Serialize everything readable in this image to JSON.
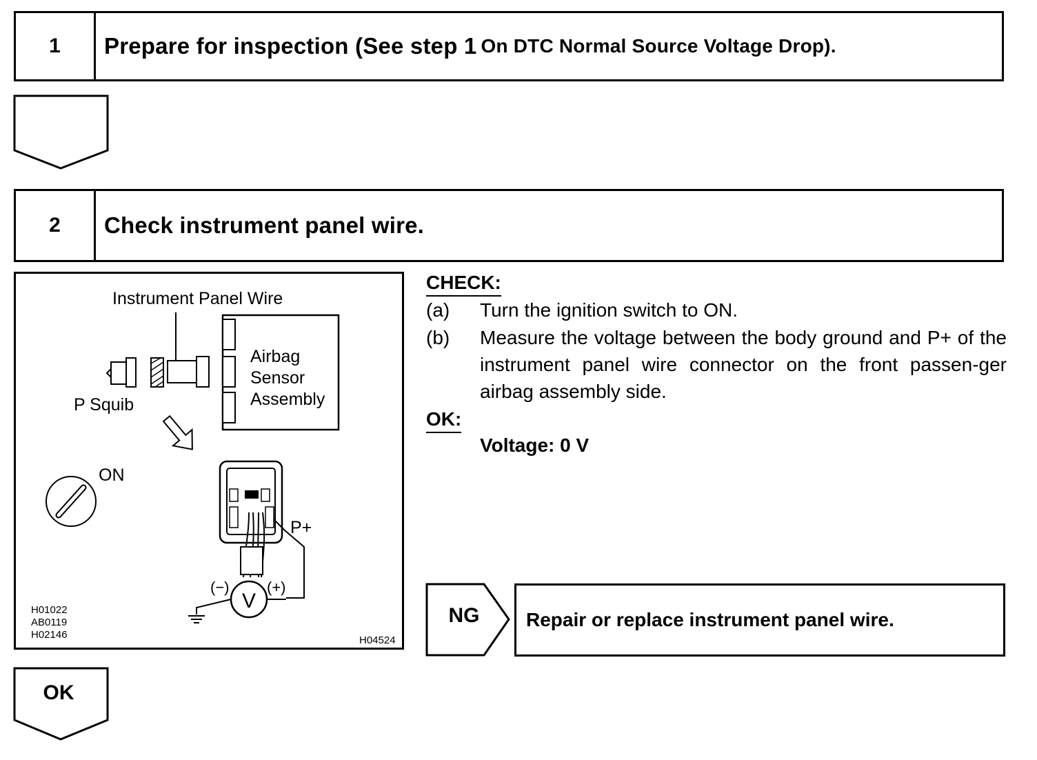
{
  "step1": {
    "number": "1",
    "title_main": "Prepare for inspection (See step 1",
    "title_small": "On DTC Normal Source Voltage Drop)."
  },
  "step2": {
    "number": "2",
    "title": "Check instrument panel wire."
  },
  "diagram": {
    "label_wire": "Instrument Panel Wire",
    "label_airbag_1": "Airbag",
    "label_airbag_2": "Sensor",
    "label_airbag_3": "Assembly",
    "label_squib": "P Squib",
    "label_on": "ON",
    "label_pplus": "P+",
    "label_minus": "(−)",
    "label_plus": "(+)",
    "label_v": "V",
    "codes_left": [
      "H01022",
      "AB0119",
      "H02146"
    ],
    "code_right": "H04524"
  },
  "check": {
    "heading": "CHECK:",
    "items": [
      {
        "label": "(a)",
        "text": "Turn the ignition switch to ON."
      },
      {
        "label": "(b)",
        "text": "Measure the voltage between the body ground and P+ of the instrument panel wire connector on the front passen-ger airbag assembly side."
      }
    ]
  },
  "ok": {
    "heading": "OK:",
    "value": "Voltage: 0 V"
  },
  "ng": {
    "label": "NG",
    "action": "Repair or replace instrument panel wire."
  },
  "ok_arrow": {
    "label": "OK"
  }
}
